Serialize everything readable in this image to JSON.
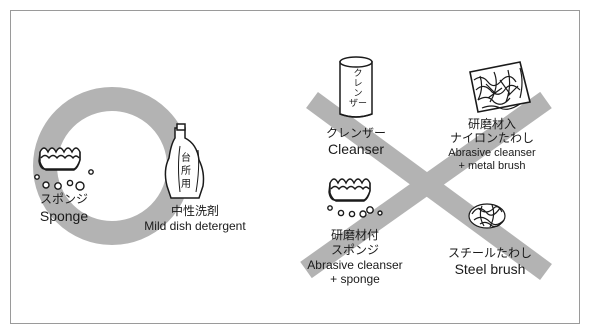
{
  "colors": {
    "mark": "#b3b3b3",
    "stroke": "#1a1a1a",
    "frame": "#9a9a9a"
  },
  "symbols": {
    "ok": "circle-mark",
    "ng": "cross-mark"
  },
  "items": {
    "sponge": {
      "jp": "スポンジ",
      "en": "Sponge",
      "icon": "sponge-icon"
    },
    "mild": {
      "jp": "中性洗剤",
      "en": "Mild dish  detergent",
      "icon": "detergent-bottle-icon",
      "bottle_text": "台所用"
    },
    "cleanser": {
      "jp": "クレンザー",
      "en": "Cleanser",
      "icon": "cleanser-can-icon",
      "can_text": "クレンザー"
    },
    "metal_brush": {
      "jp1": "研磨材入",
      "jp2": "ナイロンたわし",
      "en1": "Abrasive cleanser",
      "en2": "+ metal brush",
      "icon": "abrasive-pad-icon"
    },
    "abrasive_sponge": {
      "jp1": "研磨材付",
      "jp2": "スポンジ",
      "en1": "Abrasive cleanser",
      "en2": "+ sponge",
      "icon": "abrasive-sponge-icon"
    },
    "steel": {
      "jp": "スチールたわし",
      "en": "Steel brush",
      "icon": "steel-wool-icon"
    }
  }
}
